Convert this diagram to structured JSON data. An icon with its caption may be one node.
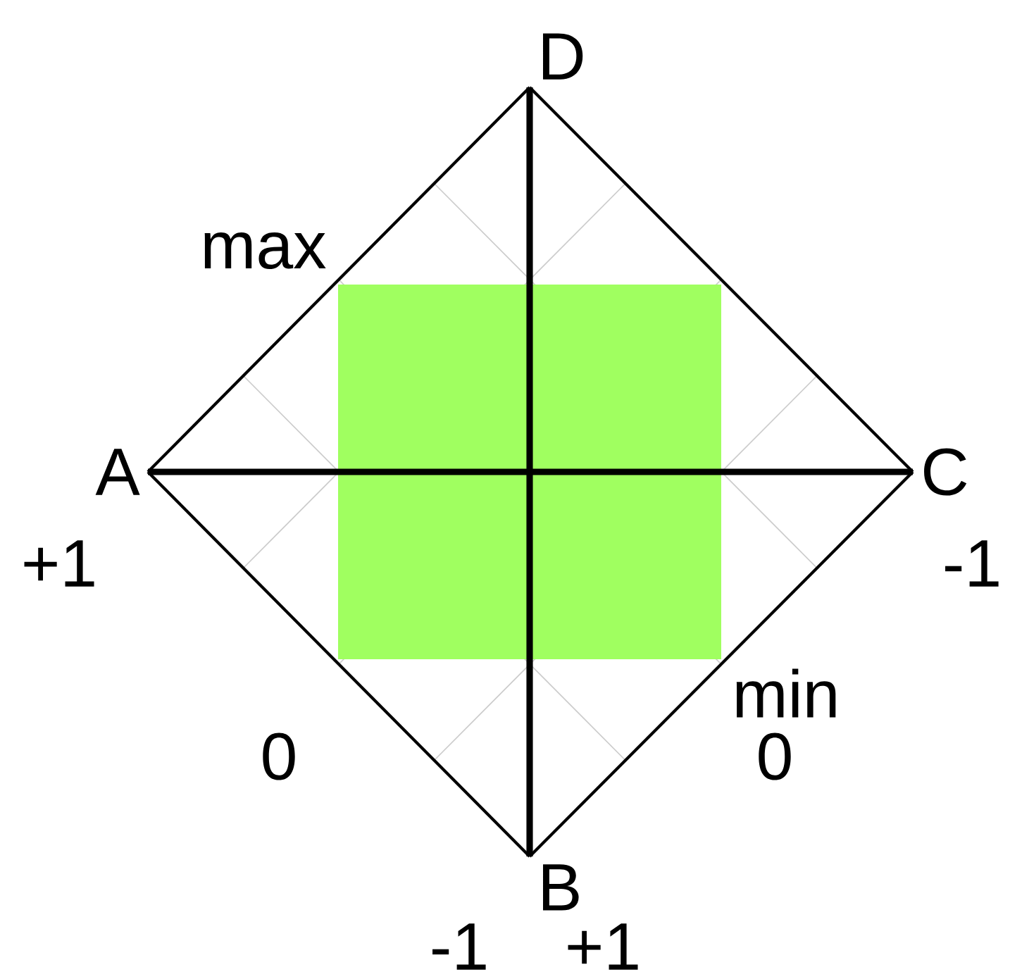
{
  "diagram": {
    "nodes": [
      {
        "text": [
          "D"
        ]
      },
      {
        "text": [
          "A"
        ]
      },
      {
        "text": [
          "C"
        ]
      },
      {
        "text": [
          "B"
        ]
      }
    ],
    "edges": [
      {
        "from": 0,
        "to": 1,
        "arrow": "none"
      },
      {
        "from": 0,
        "to": 2,
        "arrow": "none"
      },
      {
        "from": 2,
        "to": 3,
        "arrow": "none"
      },
      {
        "from": 3,
        "to": 1,
        "arrow": "none"
      },
      {
        "from": 1,
        "to": 2,
        "arrow": "none",
        "style": "thick"
      },
      {
        "from": 0,
        "to": 3,
        "arrow": "none",
        "style": "thick"
      }
    ],
    "labels": [
      "max",
      "+1",
      "-1",
      "min",
      "0",
      "0",
      "-1",
      "+1"
    ]
  }
}
